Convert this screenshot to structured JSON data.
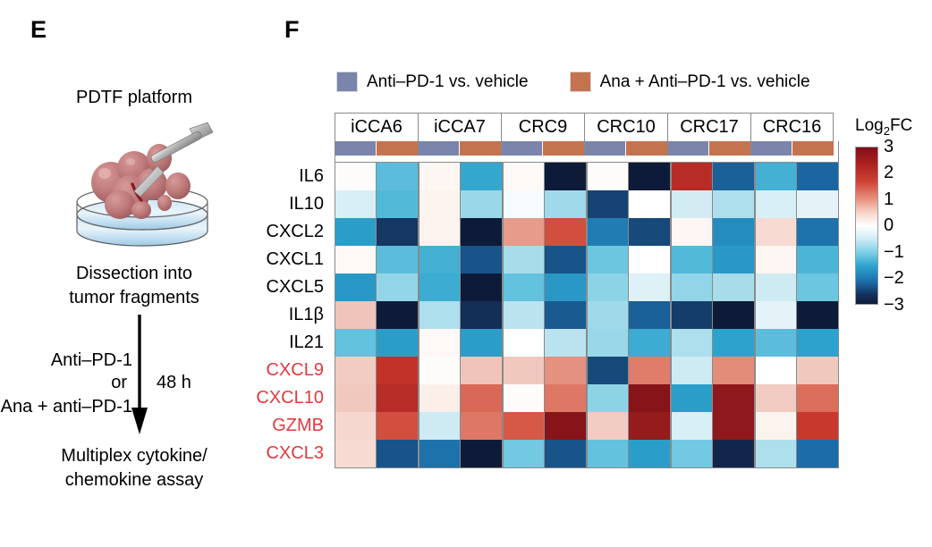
{
  "panels": {
    "e_letter": "E",
    "f_letter": "F"
  },
  "panel_e": {
    "title": "PDTF platform",
    "step_dissection": "Dissection into\ntumor fragments",
    "condition_1": "Anti–PD-1",
    "condition_or": "or",
    "condition_2": "Ana + anti–PD-1",
    "duration": "48 h",
    "step_assay": "Multiplex cytokine/\nchemokine assay",
    "icons": {
      "dish": "petri-dish-icon",
      "tumor": "tumor-mass-icon",
      "scalpel": "scalpel-icon",
      "arrow": "down-arrow-icon"
    }
  },
  "panel_f": {
    "legend": [
      {
        "label": "Anti–PD-1 vs. vehicle",
        "color": "#7b84ab"
      },
      {
        "label": "Ana + Anti–PD-1 vs. vehicle",
        "color": "#c4734f"
      }
    ],
    "colorbar": {
      "title_main": "Log",
      "title_sub": "2",
      "title_tail": "FC",
      "ticks": [
        "3",
        "2",
        "1",
        "0",
        "−1",
        "−2",
        "−3"
      ],
      "max": 3,
      "min": -3,
      "high_color": "#7f1118",
      "mid_color": "#ffffff",
      "low_color": "#0e1b38"
    }
  },
  "chart_data": {
    "type": "heatmap",
    "title": "",
    "xlabel": "",
    "ylabel": "",
    "value_label": "Log2FC",
    "zlim": [
      -3,
      3
    ],
    "grid": true,
    "legend_position": "top",
    "patients": [
      "iCCA6",
      "iCCA7",
      "CRC9",
      "CRC10",
      "CRC17",
      "CRC16"
    ],
    "treatments": [
      "Anti–PD-1 vs. vehicle",
      "Ana + Anti–PD-1 vs. vehicle"
    ],
    "columns": [
      "iCCA6 / Anti–PD-1",
      "iCCA6 / Ana + Anti–PD-1",
      "iCCA7 / Anti–PD-1",
      "iCCA7 / Ana + Anti–PD-1",
      "CRC9 / Anti–PD-1",
      "CRC9 / Ana + Anti–PD-1",
      "CRC10 / Anti–PD-1",
      "CRC10 / Ana + Anti–PD-1",
      "CRC17 / Anti–PD-1",
      "CRC17 / Ana + Anti–PD-1",
      "CRC16 / Anti–PD-1",
      "CRC16 / Ana + Anti–PD-1"
    ],
    "rows": [
      "IL6",
      "IL10",
      "CXCL2",
      "CXCL1",
      "CXCL5",
      "IL1β",
      "IL21",
      "CXCL9",
      "CXCL10",
      "GZMB",
      "CXCL3"
    ],
    "row_highlight": [
      false,
      false,
      false,
      false,
      false,
      false,
      false,
      true,
      true,
      true,
      true
    ],
    "row_highlight_color": "#e03a3e",
    "values": [
      [
        0.05,
        -1.2,
        0.15,
        -1.45,
        0.1,
        -3.0,
        0.05,
        -3.0,
        2.55,
        -2.1,
        -1.35,
        -2.05
      ],
      [
        -0.25,
        -1.25,
        0.2,
        -0.75,
        -0.05,
        -0.7,
        -2.35,
        0.0,
        -0.3,
        -0.6,
        -0.25,
        -0.15
      ],
      [
        -1.55,
        -2.45,
        0.2,
        -3.0,
        1.25,
        2.05,
        -1.85,
        -2.3,
        0.15,
        -1.7,
        0.55,
        -1.95
      ],
      [
        0.1,
        -1.2,
        -1.35,
        -2.2,
        -0.65,
        -2.2,
        -1.1,
        0.0,
        -1.25,
        -1.6,
        0.15,
        -1.3
      ],
      [
        -1.6,
        -0.8,
        -1.4,
        -3.0,
        -1.15,
        -1.6,
        -0.85,
        -0.2,
        -0.8,
        -0.65,
        -0.35,
        -1.1
      ],
      [
        0.85,
        -3.0,
        -0.6,
        -2.55,
        -0.5,
        -2.15,
        -0.7,
        -2.1,
        -2.4,
        -3.0,
        -0.15,
        -3.0
      ],
      [
        -1.15,
        -1.55,
        0.1,
        -1.55,
        0.0,
        -0.5,
        -0.75,
        -1.4,
        -0.6,
        -1.5,
        -1.2,
        -1.5
      ],
      [
        0.75,
        2.45,
        0.05,
        0.85,
        0.8,
        1.35,
        -2.3,
        1.55,
        -0.35,
        1.4,
        0.0,
        0.8
      ],
      [
        0.8,
        2.55,
        0.25,
        1.75,
        0.05,
        1.6,
        -0.85,
        2.95,
        -1.55,
        2.9,
        0.75,
        1.7
      ],
      [
        0.6,
        2.05,
        -0.35,
        1.6,
        1.9,
        2.95,
        0.75,
        2.85,
        -0.25,
        2.9,
        0.2,
        2.35
      ],
      [
        0.55,
        -2.2,
        -1.95,
        -3.0,
        -1.05,
        -2.2,
        -1.15,
        -1.55,
        -1.05,
        -2.75,
        -0.6,
        -2.0
      ]
    ]
  }
}
